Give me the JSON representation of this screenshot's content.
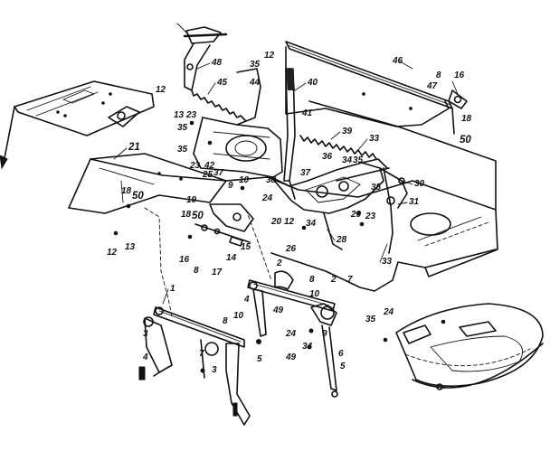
{
  "diagram": {
    "callouts": [
      {
        "id": "c48",
        "text": "48"
      },
      {
        "id": "c35a",
        "text": "35"
      },
      {
        "id": "c12a",
        "text": "12"
      },
      {
        "id": "c40",
        "text": "40"
      },
      {
        "id": "c46",
        "text": "46"
      },
      {
        "id": "c47",
        "text": "47"
      },
      {
        "id": "c8a",
        "text": "8"
      },
      {
        "id": "c16",
        "text": "16"
      },
      {
        "id": "c12b",
        "text": "12"
      },
      {
        "id": "c45",
        "text": "45"
      },
      {
        "id": "c44",
        "text": "44"
      },
      {
        "id": "c13a",
        "text": "13"
      },
      {
        "id": "c23a",
        "text": "23"
      },
      {
        "id": "c41",
        "text": "41"
      },
      {
        "id": "c18a",
        "text": "18"
      },
      {
        "id": "c50a",
        "text": "50"
      },
      {
        "id": "c35b",
        "text": "35"
      },
      {
        "id": "c35c",
        "text": "35"
      },
      {
        "id": "c39",
        "text": "39"
      },
      {
        "id": "c33a",
        "text": "33"
      },
      {
        "id": "c21",
        "text": "21"
      },
      {
        "id": "c23b",
        "text": "23"
      },
      {
        "id": "c42",
        "text": "42"
      },
      {
        "id": "c37a",
        "text": "37"
      },
      {
        "id": "c36",
        "text": "36"
      },
      {
        "id": "c34a",
        "text": "34"
      },
      {
        "id": "c35d",
        "text": "35"
      },
      {
        "id": "c25",
        "text": "25"
      },
      {
        "id": "c10a",
        "text": "10"
      },
      {
        "id": "c38",
        "text": "38"
      },
      {
        "id": "c37b",
        "text": "37"
      },
      {
        "id": "c30",
        "text": "30"
      },
      {
        "id": "c9a",
        "text": "9"
      },
      {
        "id": "c18b",
        "text": "18"
      },
      {
        "id": "c50b",
        "text": "50"
      },
      {
        "id": "c19",
        "text": "19"
      },
      {
        "id": "c24a",
        "text": "24"
      },
      {
        "id": "c35e",
        "text": "35"
      },
      {
        "id": "c31",
        "text": "31"
      },
      {
        "id": "c29",
        "text": "29"
      },
      {
        "id": "c23c",
        "text": "23"
      },
      {
        "id": "c18c",
        "text": "18"
      },
      {
        "id": "c50c",
        "text": "50"
      },
      {
        "id": "c20",
        "text": "20"
      },
      {
        "id": "c12c",
        "text": "12"
      },
      {
        "id": "c34b",
        "text": "34"
      },
      {
        "id": "c12d",
        "text": "12"
      },
      {
        "id": "c13b",
        "text": "13"
      },
      {
        "id": "c16b",
        "text": "16"
      },
      {
        "id": "c8b",
        "text": "8"
      },
      {
        "id": "c17",
        "text": "17"
      },
      {
        "id": "c14",
        "text": "14"
      },
      {
        "id": "c15",
        "text": "15"
      },
      {
        "id": "c26",
        "text": "26"
      },
      {
        "id": "c28",
        "text": "28"
      },
      {
        "id": "c33b",
        "text": "33"
      },
      {
        "id": "c2a",
        "text": "2"
      },
      {
        "id": "c1",
        "text": "1"
      },
      {
        "id": "c4a",
        "text": "4"
      },
      {
        "id": "c8c",
        "text": "8"
      },
      {
        "id": "c2b",
        "text": "2"
      },
      {
        "id": "c7a",
        "text": "7"
      },
      {
        "id": "c10b",
        "text": "10"
      },
      {
        "id": "c49a",
        "text": "49"
      },
      {
        "id": "c9b",
        "text": "9"
      },
      {
        "id": "c3a",
        "text": "3"
      },
      {
        "id": "c8d",
        "text": "8"
      },
      {
        "id": "c10c",
        "text": "10"
      },
      {
        "id": "c24b",
        "text": "24"
      },
      {
        "id": "c34c",
        "text": "34"
      },
      {
        "id": "c6",
        "text": "6"
      },
      {
        "id": "c49b",
        "text": "49"
      },
      {
        "id": "c4b",
        "text": "4"
      },
      {
        "id": "c7b",
        "text": "7"
      },
      {
        "id": "c3b",
        "text": "3"
      },
      {
        "id": "c5a",
        "text": "5"
      },
      {
        "id": "c5b",
        "text": "5"
      },
      {
        "id": "c35f",
        "text": "35"
      },
      {
        "id": "c24c",
        "text": "24"
      }
    ]
  }
}
